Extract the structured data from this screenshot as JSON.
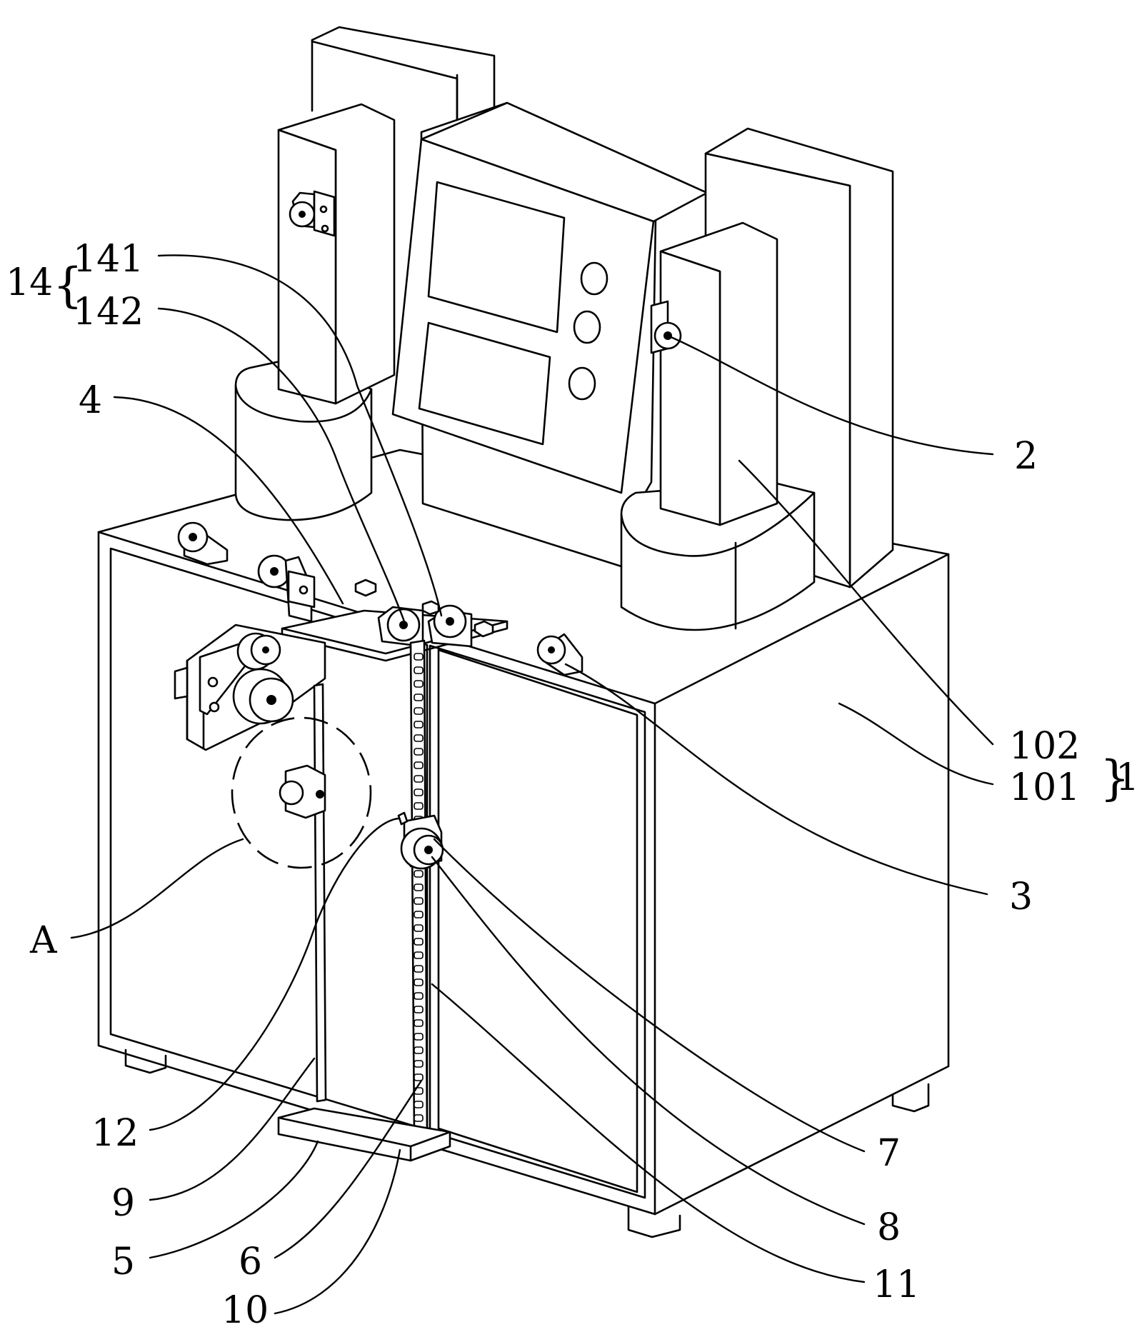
{
  "labels": {
    "l14": "14",
    "l141": "141",
    "l142": "142",
    "l4": "4",
    "l2": "2",
    "l102": "102",
    "l101": "101",
    "l1": "1",
    "l3": "3",
    "lA": "A",
    "l12": "12",
    "l9": "9",
    "l5": "5",
    "l6": "6",
    "l10": "10",
    "l7": "7",
    "l8": "8",
    "l11": "11"
  },
  "braces": {
    "left": "{",
    "right": "}"
  }
}
